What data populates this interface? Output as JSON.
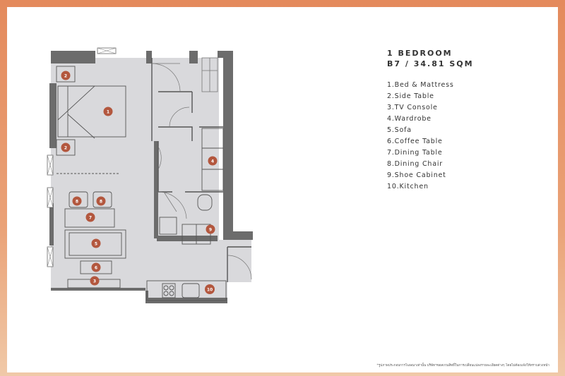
{
  "header": {
    "unit_type": "1 BEDROOM",
    "unit_code_area": "B7 / 34.81 SQM"
  },
  "legend": [
    "1.Bed & Mattress",
    "2.Side Table",
    "3.TV Console",
    "4.Wardrobe",
    "5.Sofa",
    "6.Coffee Table",
    "7.Dining Table",
    "8.Dining Chair",
    "9.Shoe Cabinet",
    "10.Kitchen"
  ],
  "markers": [
    "1",
    "2",
    "2",
    "3",
    "4",
    "5",
    "6",
    "7",
    "8",
    "8",
    "9",
    "10"
  ],
  "footnote": "*รูปภาพประกอบการโฆษณาเท่านั้น บริษัทฯขอสงวนสิทธิ์ในการเปลี่ยนแปลงรายละเอียดต่างๆ โดยไม่ต้องแจ้งให้ทราบล่วงหน้า",
  "colors": {
    "marker": "#b3573e",
    "floor": "#d9d9dc",
    "wall": "#6c6c6c",
    "frame_top": "#e48a5c",
    "frame_bottom": "#f0c9a8"
  }
}
